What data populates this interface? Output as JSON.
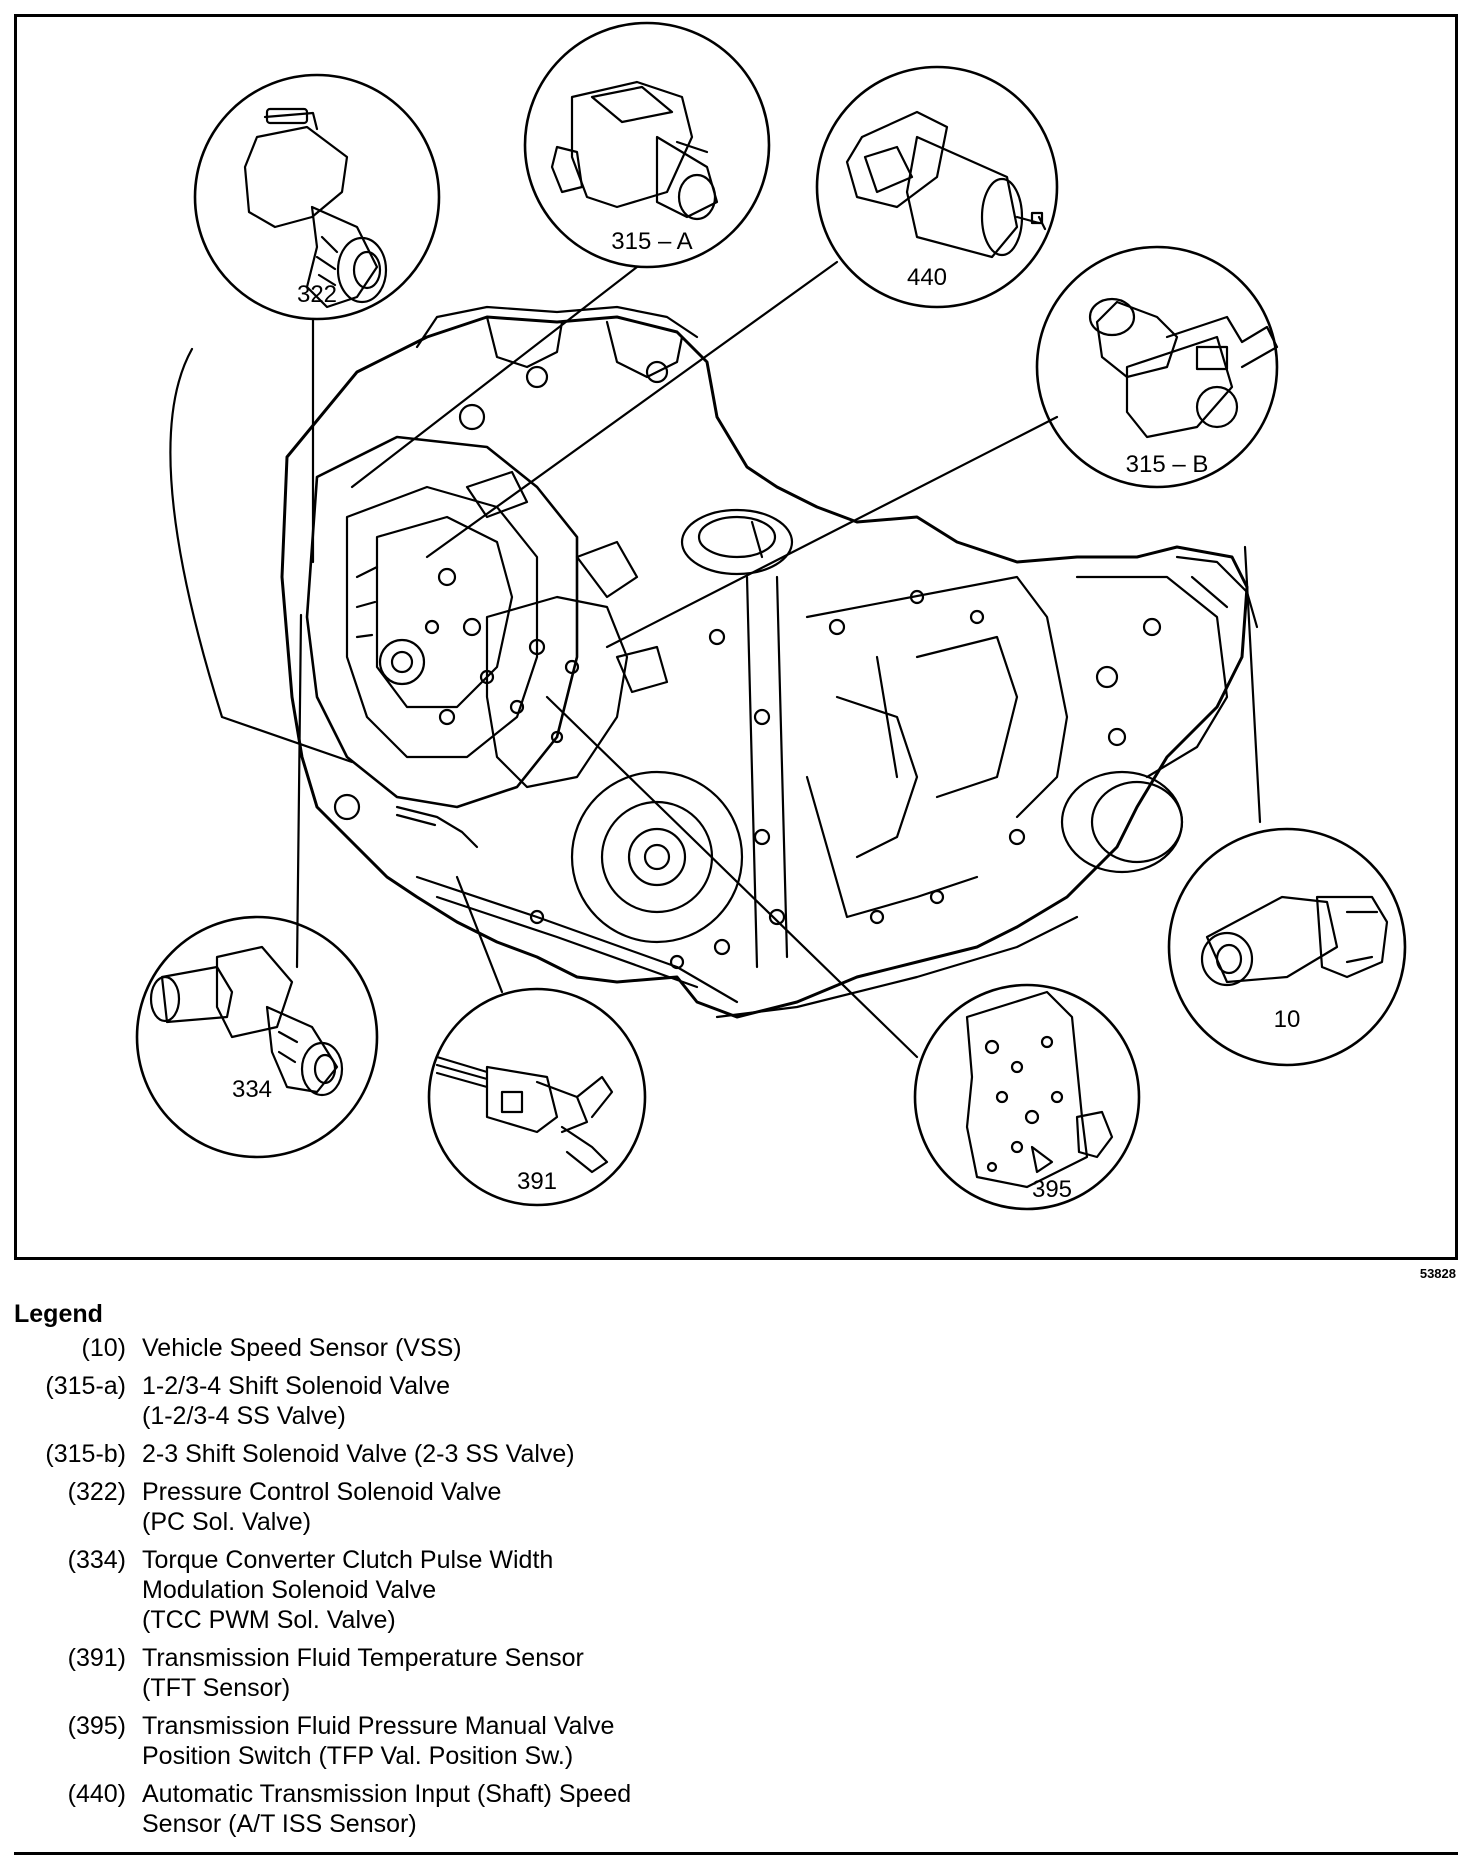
{
  "diagram": {
    "callouts": [
      {
        "id": "322",
        "label": "322"
      },
      {
        "id": "315a",
        "label": "315 – A"
      },
      {
        "id": "440",
        "label": "440"
      },
      {
        "id": "315b",
        "label": "315 – B"
      },
      {
        "id": "10",
        "label": "10"
      },
      {
        "id": "395",
        "label": "395"
      },
      {
        "id": "391",
        "label": "391"
      },
      {
        "id": "334",
        "label": "334"
      }
    ],
    "figure_code": "53828"
  },
  "legend": {
    "title": "Legend",
    "entries": [
      {
        "number": "(10)",
        "lines": [
          "Vehicle Speed Sensor (VSS)"
        ]
      },
      {
        "number": "(315-a)",
        "lines": [
          "1-2/3-4 Shift Solenoid Valve",
          "(1-2/3-4 SS Valve)"
        ]
      },
      {
        "number": "(315-b)",
        "lines": [
          "2-3 Shift Solenoid Valve (2-3 SS Valve)"
        ]
      },
      {
        "number": "(322)",
        "lines": [
          "Pressure Control Solenoid Valve",
          "(PC Sol. Valve)"
        ]
      },
      {
        "number": "(334)",
        "lines": [
          "Torque Converter Clutch Pulse Width",
          "Modulation Solenoid Valve",
          "(TCC PWM Sol. Valve)"
        ]
      },
      {
        "number": "(391)",
        "lines": [
          "Transmission Fluid Temperature Sensor",
          "(TFT Sensor)"
        ]
      },
      {
        "number": "(395)",
        "lines": [
          "Transmission Fluid Pressure Manual Valve",
          "Position Switch (TFP Val. Position Sw.)"
        ]
      },
      {
        "number": "(440)",
        "lines": [
          "Automatic Transmission Input (Shaft) Speed",
          "Sensor (A/T ISS Sensor)"
        ]
      }
    ]
  }
}
